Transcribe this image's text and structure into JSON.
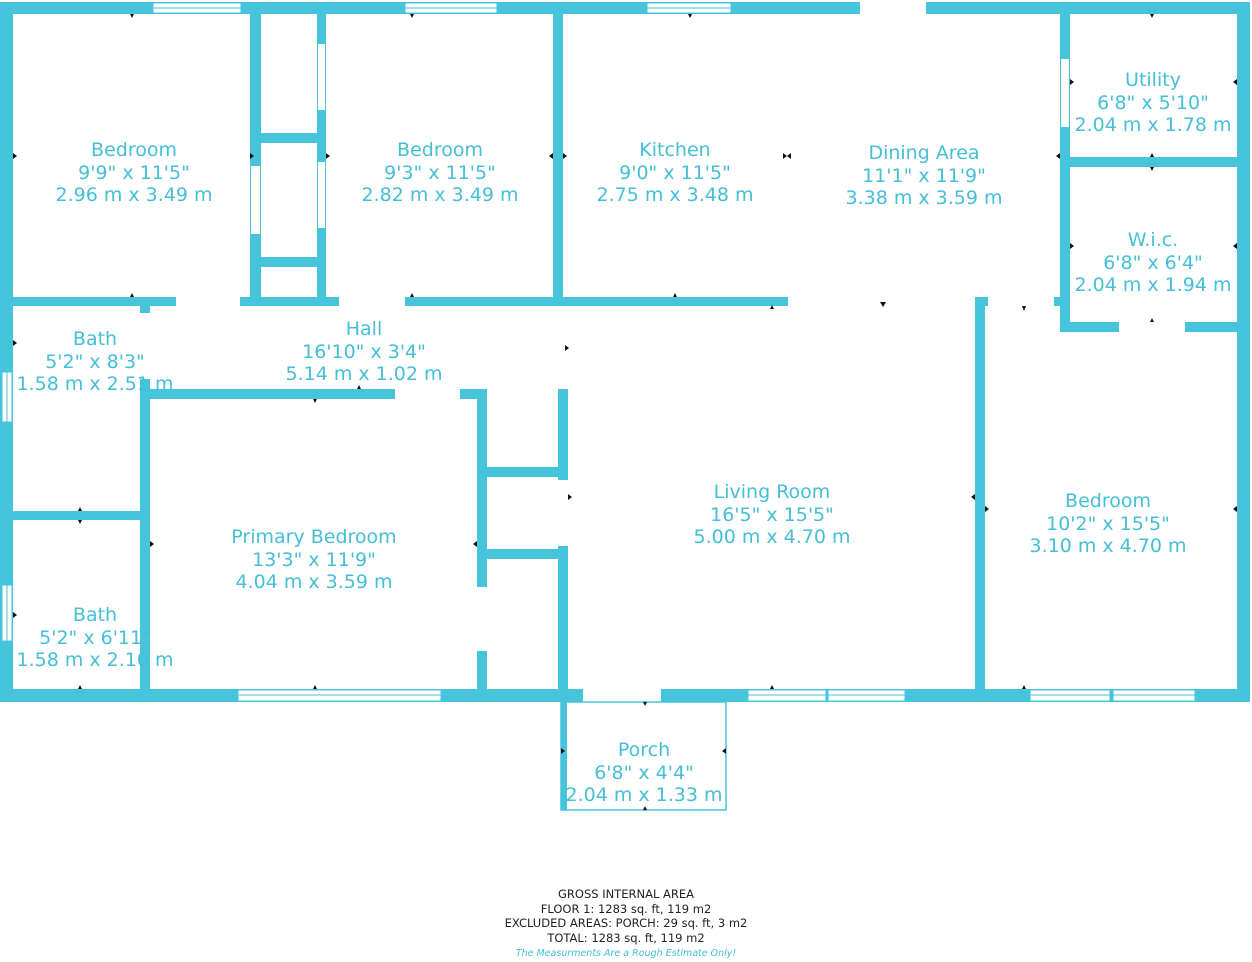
{
  "colors": {
    "wall": "#45c4db",
    "text": "#45bfd6",
    "window": "#ffffff",
    "marker": "#111111"
  },
  "rooms": {
    "bedroom_1": {
      "name": "Bedroom",
      "imperial": "9'9\" x 11'5\"",
      "metric": "2.96 m x 3.49 m"
    },
    "bedroom_2": {
      "name": "Bedroom",
      "imperial": "9'3\" x 11'5\"",
      "metric": "2.82 m x 3.49 m"
    },
    "kitchen": {
      "name": "Kitchen",
      "imperial": "9'0\" x 11'5\"",
      "metric": "2.75 m x 3.48 m"
    },
    "dining": {
      "name": "Dining Area",
      "imperial": "11'1\" x 11'9\"",
      "metric": "3.38 m x 3.59 m"
    },
    "utility": {
      "name": "Utility",
      "imperial": "6'8\" x 5'10\"",
      "metric": "2.04 m x 1.78 m"
    },
    "wic": {
      "name": "W.i.c.",
      "imperial": "6'8\" x 6'4\"",
      "metric": "2.04 m x 1.94 m"
    },
    "bath_1": {
      "name": "Bath",
      "imperial": "5'2\" x 8'3\"",
      "metric": "1.58 m x 2.51 m"
    },
    "hall": {
      "name": "Hall",
      "imperial": "16'10\" x 3'4\"",
      "metric": "5.14 m x 1.02 m"
    },
    "living": {
      "name": "Living Room",
      "imperial": "16'5\" x 15'5\"",
      "metric": "5.00 m x 4.70 m"
    },
    "bedroom_3": {
      "name": "Bedroom",
      "imperial": "10'2\" x 15'5\"",
      "metric": "3.10 m x 4.70 m"
    },
    "primary": {
      "name": "Primary Bedroom",
      "imperial": "13'3\" x 11'9\"",
      "metric": "4.04 m x 3.59 m"
    },
    "bath_2": {
      "name": "Bath",
      "imperial": "5'2\" x 6'11\"",
      "metric": "1.58 m x 2.10 m"
    },
    "porch": {
      "name": "Porch",
      "imperial": "6'8\" x 4'4\"",
      "metric": "2.04 m x 1.33 m"
    }
  },
  "summary": {
    "title": "GROSS INTERNAL AREA",
    "floor": "FLOOR 1: 1283 sq. ft, 119 m2",
    "excluded": "EXCLUDED AREAS: PORCH: 29 sq. ft, 3 m2",
    "total": "TOTAL: 1283 sq. ft, 119 m2",
    "note": "The Measurments Are a Rough Estimate Only!"
  }
}
